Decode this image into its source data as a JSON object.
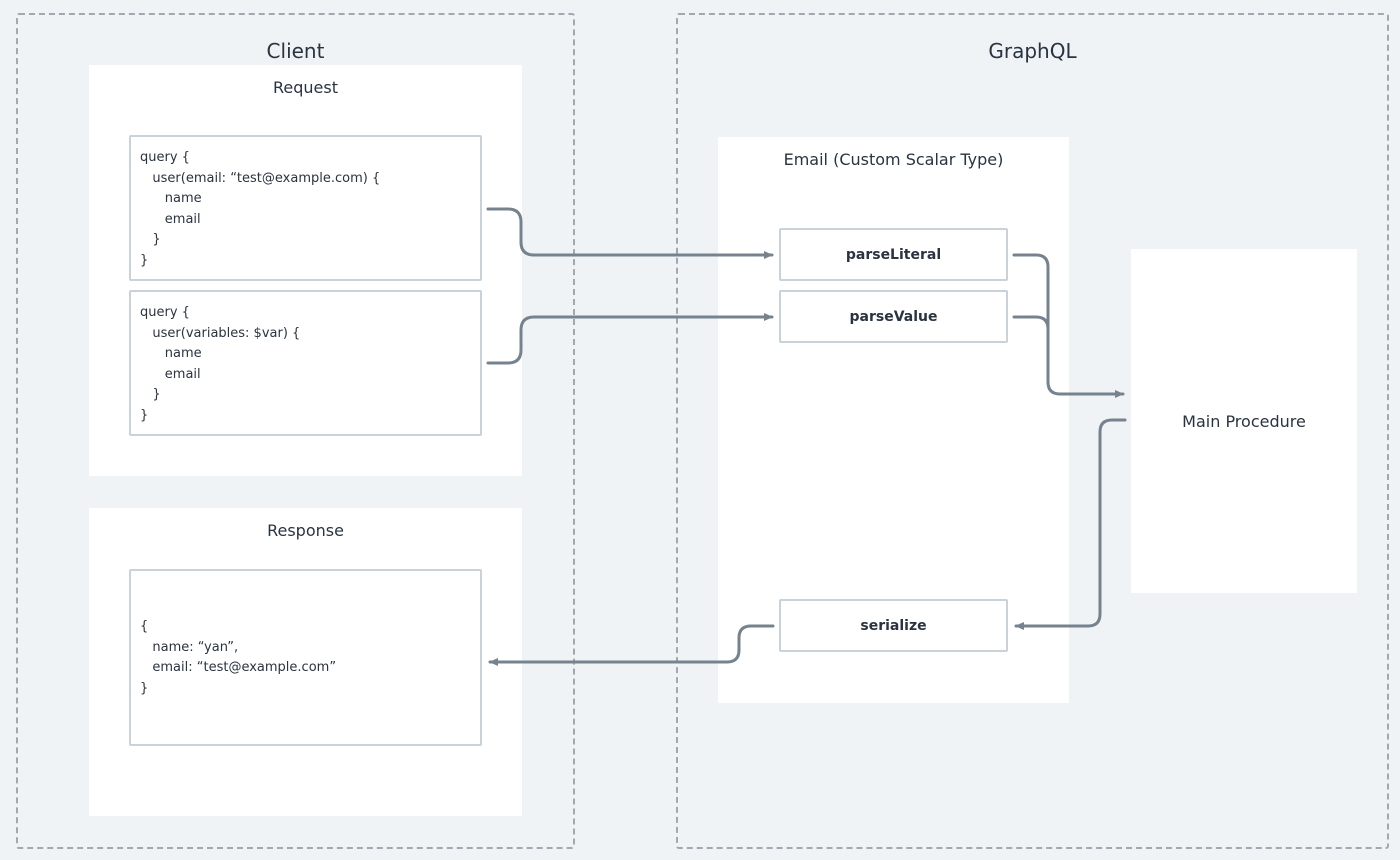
{
  "client": {
    "title": "Client",
    "request": {
      "title": "Request",
      "literal_query": [
        "query {",
        "   user(email: “test@example.com) {",
        "      name",
        "      email",
        "   }",
        "}"
      ],
      "variable_query": [
        "query {",
        "   user(variables: $var) {",
        "      name",
        "      email",
        "   }",
        "}"
      ]
    },
    "response": {
      "title": "Response",
      "body": [
        "{",
        "   name: “yan”,",
        "   email: “test@example.com”",
        "}"
      ]
    }
  },
  "graphql": {
    "title": "GraphQL",
    "scalar": {
      "title": "Email (Custom Scalar Type)",
      "parse_literal": "parseLiteral",
      "parse_value": "parseValue",
      "serialize": "serialize"
    },
    "main_procedure": "Main Procedure"
  },
  "colors": {
    "background": "#eff3f6",
    "arrow": "#76838f",
    "box_border": "#c9d1da"
  }
}
